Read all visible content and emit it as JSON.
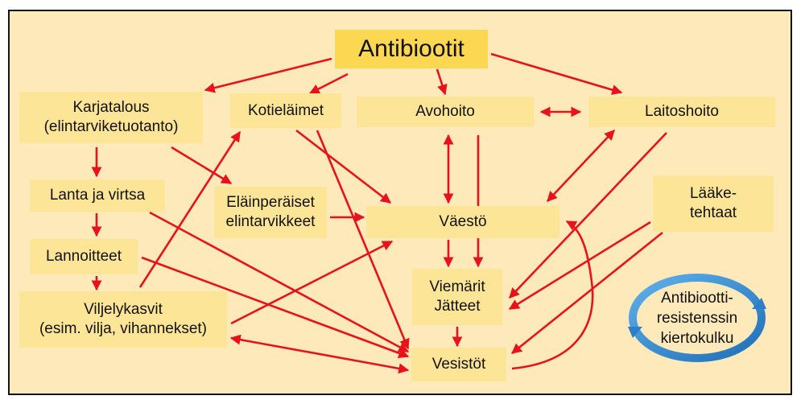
{
  "nodes": {
    "antibiootit": "Antibiootit",
    "karjatalous": "Karjatalous\n(elintarviketuotanto)",
    "kotielaimet": "Kotieläimet",
    "avohoito": "Avohoito",
    "laitoshoito": "Laitoshoito",
    "lanta": "Lanta ja virtsa",
    "elainperaiset": "Eläinperäiset\nelintarvikkeet",
    "vaesto": "Väestö",
    "laaketehtaat": "Lääke-\ntehtaat",
    "lannoitteet": "Lannoitteet",
    "viemarit": "Viemärit\nJätteet",
    "viljelykasvit": "Viljelykasvit\n(esim. vilja, vihannekset)",
    "vesistot": "Vesistöt"
  },
  "cycle": {
    "label": "Antibiootti-\nresistenssin\nkiertokulku"
  },
  "colors": {
    "arrow": "#e8121b",
    "box": "#fde598",
    "box_main": "#fcd752",
    "background": "#fde9b9",
    "cycle_arrow": "#3a8fd4"
  }
}
